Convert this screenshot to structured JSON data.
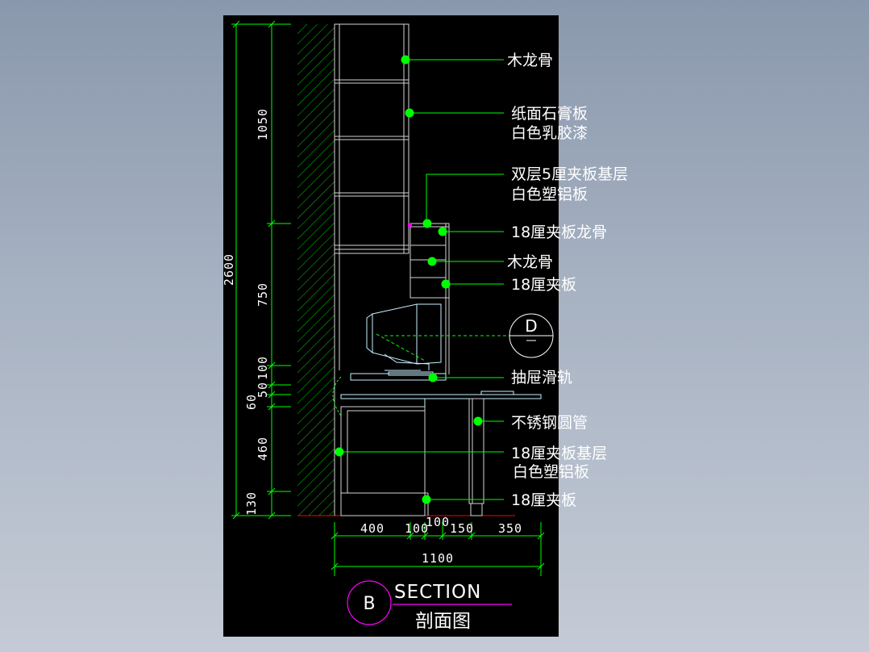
{
  "title_block": {
    "section_letter": "B",
    "section_word": "SECTION",
    "section_cn": "剖面图",
    "detail_callout": "D"
  },
  "labels": [
    "木龙骨",
    "纸面石膏板",
    "白色乳胶漆",
    "双层5厘夹板基层",
    "白色塑铝板",
    "18厘夹板龙骨",
    "木龙骨",
    "18厘夹板",
    "抽屉滑轨",
    "不锈钢圆管",
    "18厘夹板基层",
    "白色塑铝板",
    "18厘夹板"
  ],
  "vertical_dims": {
    "total": "2600",
    "segments": [
      "1050",
      "750",
      "100",
      "50",
      "60",
      "460",
      "130"
    ]
  },
  "horizontal_dims": {
    "total": "1100",
    "segments": [
      "400",
      "100",
      "100",
      "150",
      "350"
    ]
  },
  "colors": {
    "outline": "#00ff00",
    "wall_hatch": "#00c800",
    "cabinet": "#d4d4d4",
    "furniture": "#c8f0ff",
    "detail": "#ff00ff",
    "floor": "#ff0000",
    "text": "#ffffff"
  }
}
